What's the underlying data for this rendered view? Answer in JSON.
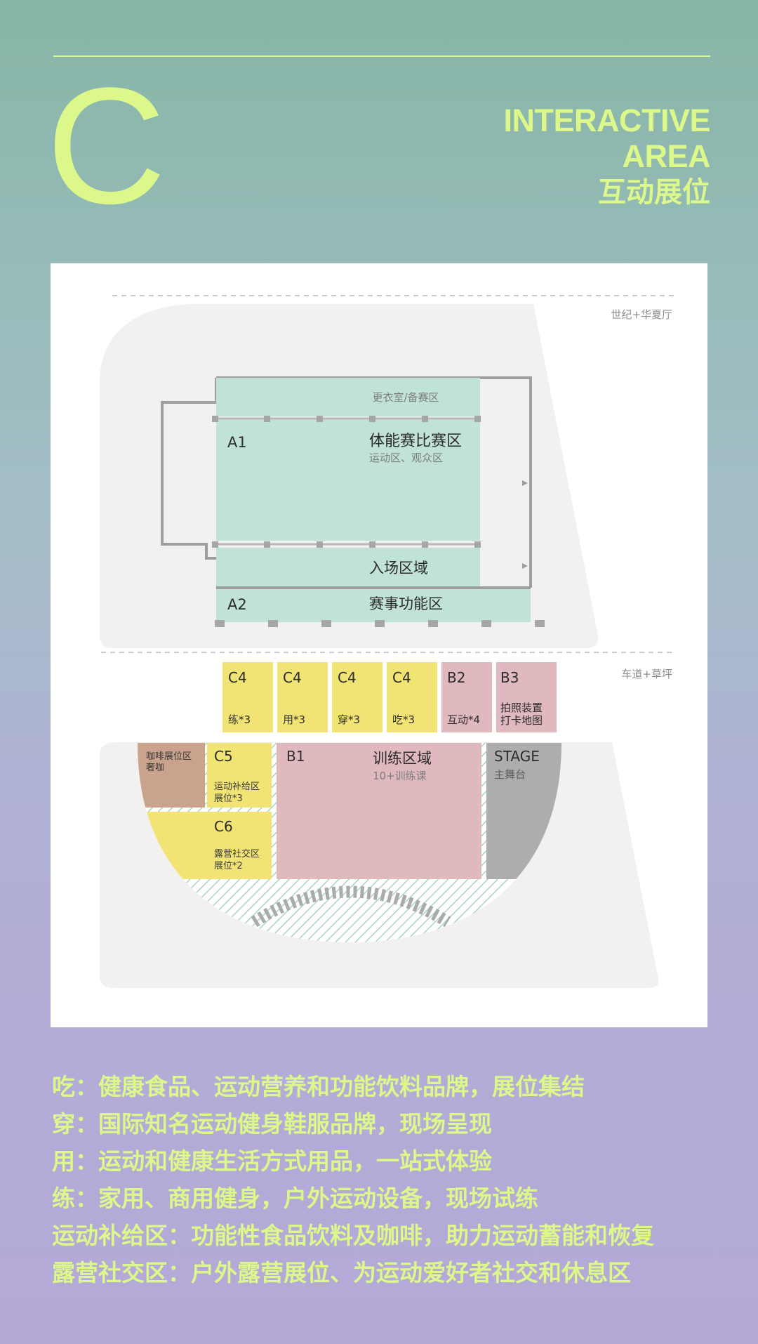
{
  "header": {
    "letter": "C",
    "title_en_1": "INTERACTIVE",
    "title_en_2": "AREA",
    "title_zh": "互动展位"
  },
  "map": {
    "hall_label": "世纪+华夏厅",
    "lawn_label": "车道+草坪",
    "locker_room": "更衣室/备赛区",
    "a1": {
      "code": "A1",
      "name": "体能赛比赛区",
      "sub": "运动区、观众区"
    },
    "entrance": "入场区域",
    "a2": {
      "code": "A2",
      "name": "赛事功能区"
    },
    "booths": [
      {
        "code": "C4",
        "sub": "练*3"
      },
      {
        "code": "C4",
        "sub": "用*3"
      },
      {
        "code": "C4",
        "sub": "穿*3"
      },
      {
        "code": "C4",
        "sub": "吃*3"
      },
      {
        "code": "B2",
        "sub": "互动*4"
      },
      {
        "code": "B3",
        "sub_1": "拍照装置",
        "sub_2": "打卡地图"
      }
    ],
    "coffee": {
      "line1": "咖啡展位区",
      "line2": "奢咖"
    },
    "c5": {
      "code": "C5",
      "line1": "运动补给区",
      "line2": "展位*3"
    },
    "c6": {
      "code": "C6",
      "line1": "露营社交区",
      "line2": "展位*2"
    },
    "b1": {
      "code": "B1",
      "name": "训练区域",
      "sub": "10+训练课"
    },
    "stage": {
      "code": "STAGE",
      "sub": "主舞台"
    },
    "colors": {
      "mint": "#c1e3d7",
      "yellow": "#f1e474",
      "pink": "#e0b9bf",
      "coffee": "#c9a38c",
      "stage": "#adadad",
      "floor": "#f2f1ef",
      "accent": "#dcf78a"
    }
  },
  "legend": [
    "吃：健康食品、运动营养和功能饮料品牌，展位集结",
    "穿：国际知名运动健身鞋服品牌，现场呈现",
    "用：运动和健康生活方式用品，一站式体验",
    "练：家用、商用健身，户外运动设备，现场试练",
    "运动补给区：功能性食品饮料及咖啡，助力运动蓄能和恢复",
    "露营社交区：户外露营展位、为运动爱好者社交和休息区"
  ]
}
